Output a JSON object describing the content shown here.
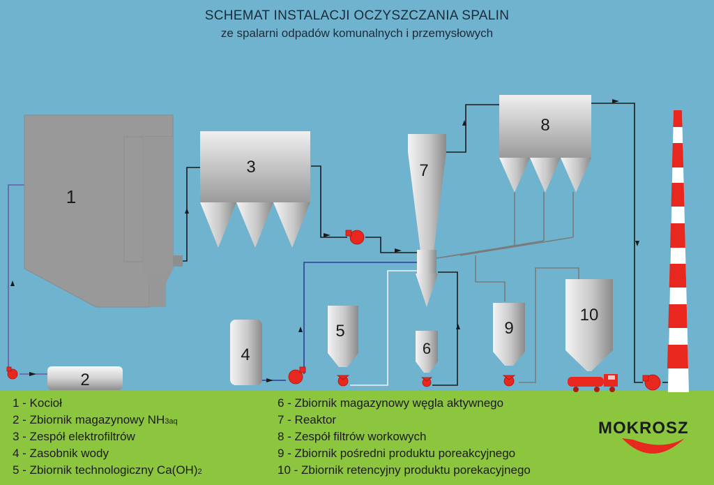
{
  "title": "SCHEMAT INSTALACJI OCZYSZCZANIA SPALIN",
  "subtitle": "ze spalarni odpadów komunalnych i przemysłowych",
  "units": {
    "u1": "1",
    "u2": "2",
    "u3": "3",
    "u4": "4",
    "u5": "5",
    "u6": "6",
    "u7": "7",
    "u8": "8",
    "u9": "9",
    "u10": "10"
  },
  "legend": {
    "l1": "1 - Kocioł",
    "l2_main": "2 - Zbiornik magazynowy NH",
    "l2_sub": "3aq",
    "l3": "3 - Zespół elektrofiltrów",
    "l4": "4 - Zasobnik wody",
    "l5_main": "5 - Zbiornik technologiczny Ca(OH)",
    "l5_sub": "2",
    "l6": "6 - Zbiornik magazynowy węgla aktywnego",
    "l7": "7 - Reaktor",
    "l8": "8 - Zespół filtrów workowych",
    "l9": "9 - Zbiornik pośredni produktu poreakcyjnego",
    "l10": "10 - Zbiornik retencyjny produktu porekacyjnego"
  },
  "logo": "MOKROSZ",
  "colors": {
    "background": "#6fb3cf",
    "ground": "#8cc63e",
    "equipment": "#9a9a9a",
    "pump": "#e8281e",
    "chimney_red": "#e8281e"
  }
}
